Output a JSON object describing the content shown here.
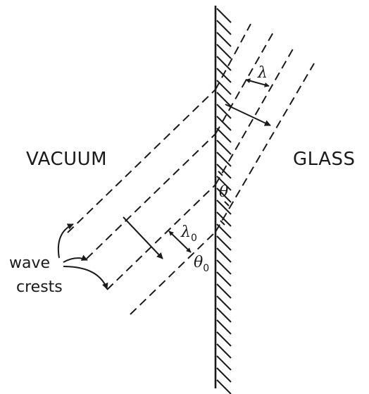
{
  "labels": {
    "medium_left": "VACUUM",
    "medium_right": "GLASS",
    "wave_crests_line1": "wave",
    "wave_crests_line2": "crests",
    "lambda": "λ",
    "lambda0": "λ",
    "lambda0_sub": "0",
    "theta": "θ",
    "theta0": "θ",
    "theta0_sub": "0"
  }
}
